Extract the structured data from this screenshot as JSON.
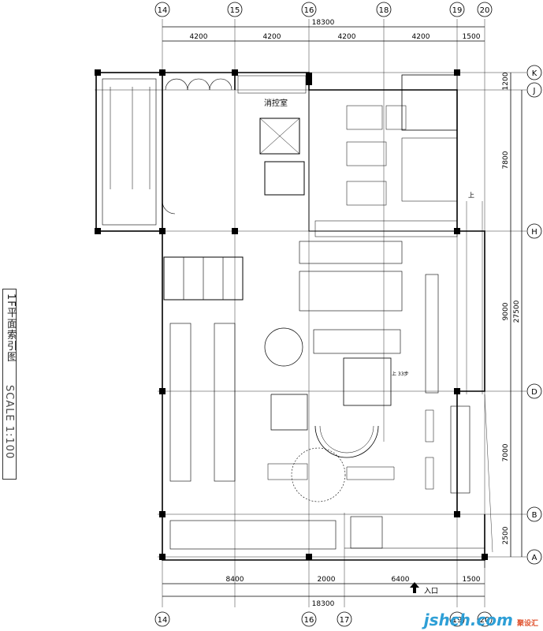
{
  "sheet": {
    "title": "1F平面索引图",
    "scale": "SCALE 1:100"
  },
  "grid": {
    "top_axes": [
      "14",
      "15",
      "16",
      "18",
      "19",
      "20"
    ],
    "bottom_axes": [
      "14",
      "16",
      "17",
      "19",
      "20"
    ],
    "right_axes": [
      "K",
      "J",
      "H",
      "D",
      "B",
      "A"
    ]
  },
  "dimensions": {
    "top_total": "18300",
    "top_spans": [
      "4200",
      "4200",
      "4200",
      "4200",
      "1500"
    ],
    "bottom_total": "18300",
    "bottom_spans": [
      "8400",
      "2000",
      "6400",
      "1500"
    ],
    "right_spans": [
      "1200",
      "7800",
      "9000",
      "7000",
      "2500"
    ],
    "right_total": "27500"
  },
  "rooms": {
    "fire_control": "消控室",
    "entrance": "入口",
    "stair_up": "上",
    "level_mark": "上 33步"
  },
  "watermark": {
    "main": "jshch.com",
    "sub": "聚设汇"
  }
}
